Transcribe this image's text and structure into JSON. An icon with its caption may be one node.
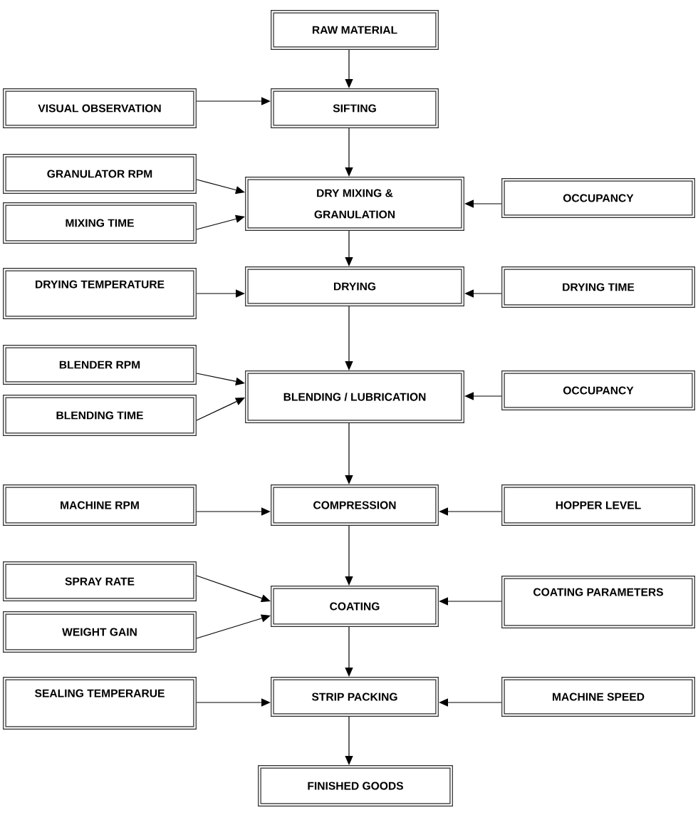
{
  "diagram": {
    "nodes": [
      {
        "text": [
          "RAW MATERIAL"
        ]
      },
      {
        "text": [
          "VISUAL OBSERVATION"
        ]
      },
      {
        "text": [
          "SIFTING"
        ]
      },
      {
        "text": [
          "GRANULATOR RPM"
        ]
      },
      {
        "text": [
          "DRY MIXING & GRANULATION"
        ]
      },
      {
        "text": [
          "OCCUPANCY"
        ]
      },
      {
        "text": [
          "MIXING TIME"
        ]
      },
      {
        "text": [
          "DRYING TEMPERATURE"
        ]
      },
      {
        "text": [
          "DRYING"
        ]
      },
      {
        "text": [
          "DRYING TIME"
        ]
      },
      {
        "text": [
          "BLENDER RPM"
        ]
      },
      {
        "text": [
          "BLENDING / LUBRICATION"
        ]
      },
      {
        "text": [
          "OCCUPANCY"
        ]
      },
      {
        "text": [
          "BLENDING TIME"
        ]
      },
      {
        "text": [
          "MACHINE RPM"
        ]
      },
      {
        "text": [
          "COMPRESSION"
        ]
      },
      {
        "text": [
          "HOPPER LEVEL"
        ]
      },
      {
        "text": [
          "SPRAY RATE"
        ]
      },
      {
        "text": [
          "COATING"
        ]
      },
      {
        "text": [
          "COATING PARAMETERS"
        ]
      },
      {
        "text": [
          "WEIGHT GAIN"
        ]
      },
      {
        "text": [
          "SEALING TEMPERARUE"
        ]
      },
      {
        "text": [
          "STRIP PACKING"
        ]
      },
      {
        "text": [
          "MACHINE SPEED"
        ]
      },
      {
        "text": [
          "FINISHED GOODS"
        ]
      }
    ],
    "edges": [
      {
        "from": 0,
        "to": 2,
        "arrow": "to"
      },
      {
        "from": 1,
        "to": 2,
        "arrow": "to"
      },
      {
        "from": 2,
        "to": 4,
        "arrow": "to"
      },
      {
        "from": 3,
        "to": 4,
        "arrow": "to"
      },
      {
        "from": 6,
        "to": 4,
        "arrow": "to"
      },
      {
        "from": 5,
        "to": 4,
        "arrow": "to"
      },
      {
        "from": 4,
        "to": 8,
        "arrow": "to"
      },
      {
        "from": 7,
        "to": 8,
        "arrow": "to"
      },
      {
        "from": 9,
        "to": 8,
        "arrow": "to"
      },
      {
        "from": 8,
        "to": 11,
        "arrow": "to"
      },
      {
        "from": 10,
        "to": 11,
        "arrow": "to"
      },
      {
        "from": 13,
        "to": 11,
        "arrow": "to"
      },
      {
        "from": 12,
        "to": 11,
        "arrow": "to"
      },
      {
        "from": 11,
        "to": 15,
        "arrow": "to"
      },
      {
        "from": 14,
        "to": 15,
        "arrow": "to"
      },
      {
        "from": 16,
        "to": 15,
        "arrow": "to"
      },
      {
        "from": 15,
        "to": 18,
        "arrow": "to"
      },
      {
        "from": 17,
        "to": 18,
        "arrow": "to"
      },
      {
        "from": 20,
        "to": 18,
        "arrow": "to"
      },
      {
        "from": 19,
        "to": 18,
        "arrow": "to"
      },
      {
        "from": 18,
        "to": 22,
        "arrow": "to"
      },
      {
        "from": 21,
        "to": 22,
        "arrow": "to"
      },
      {
        "from": 23,
        "to": 22,
        "arrow": "to"
      },
      {
        "from": 22,
        "to": 24,
        "arrow": "to"
      }
    ]
  }
}
